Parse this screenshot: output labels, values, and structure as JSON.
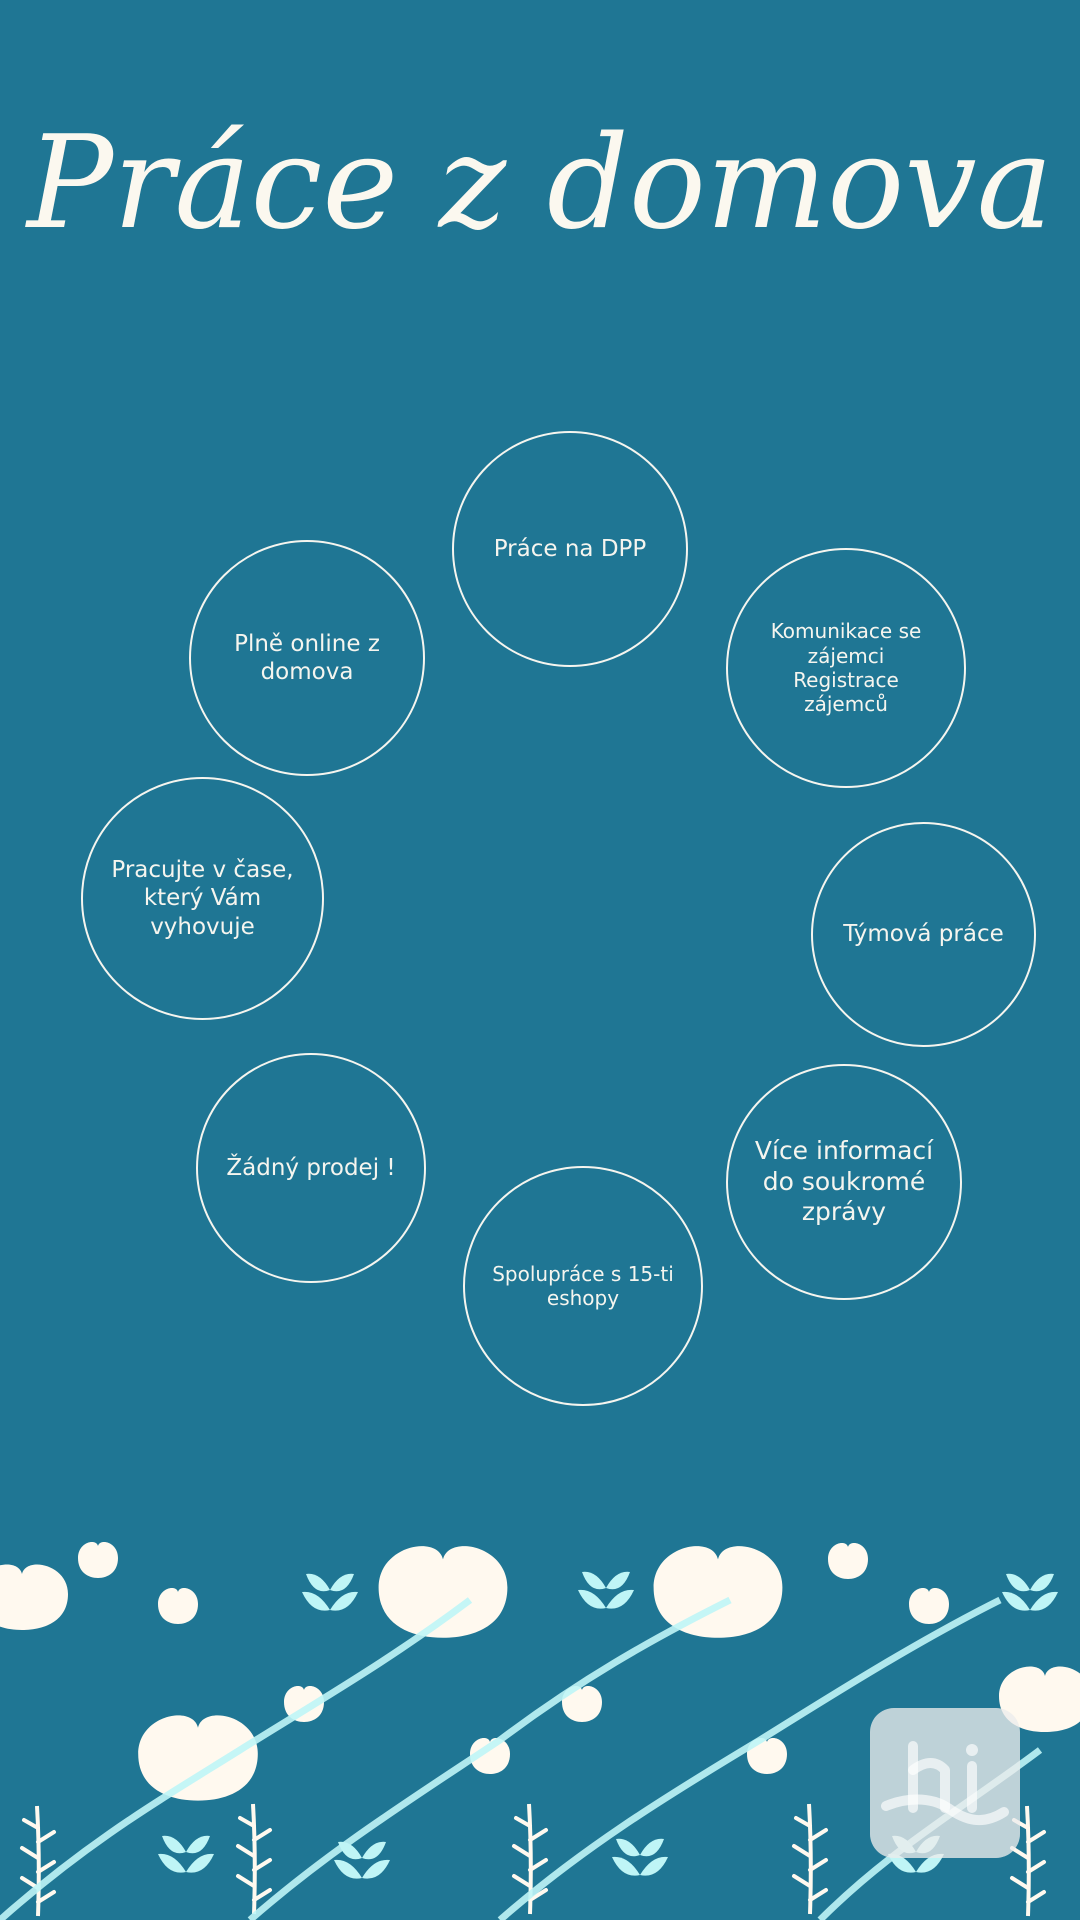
{
  "title": "Práce z domova",
  "colors": {
    "background": "#1f7694",
    "title": "#fbf8ef",
    "bubble_text": "#f5f5ef",
    "flower_cream": "#fff9ef",
    "leaf_cyan": "#bff5f6"
  },
  "circles": [
    {
      "id": "prace-na-dpp",
      "text": "Práce na DPP"
    },
    {
      "id": "komunikace",
      "text": "Komunikace se\nzájemci\nRegistrace\nzájemců"
    },
    {
      "id": "tymova-prace",
      "text": "Týmová práce"
    },
    {
      "id": "vice-informaci",
      "text": "Více informací\ndo soukromé\nzprávy"
    },
    {
      "id": "spoluprace",
      "text": "Spolupráce s 15-ti\neshopy"
    },
    {
      "id": "zadny-prodej",
      "text": "Žádný prodej !"
    },
    {
      "id": "pracujte-v-case",
      "text": "Pracujte v čase,\nkterý Vám\nvyhovuje"
    },
    {
      "id": "plne-online",
      "text": "Plně online z\ndomova"
    }
  ],
  "decor": {
    "icons": [
      "flower-icon",
      "leaf-icon",
      "fern-icon"
    ]
  }
}
